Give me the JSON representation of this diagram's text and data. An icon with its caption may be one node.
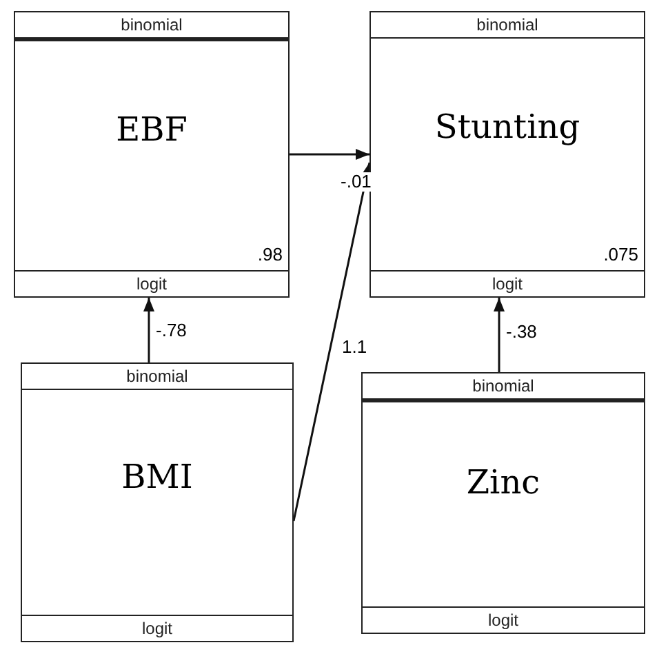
{
  "diagram": {
    "nodes": [
      {
        "text": [
          "binomial",
          "EBF",
          ".98",
          "logit"
        ]
      },
      {
        "text": [
          "binomial",
          "Stunting",
          ".075",
          "logit"
        ]
      },
      {
        "text": [
          "binomial",
          "BMI",
          "logit"
        ]
      },
      {
        "text": [
          "binomial",
          "Zinc",
          "logit"
        ]
      }
    ],
    "edges": [
      {
        "from": 0,
        "to": 1,
        "arrow": "to",
        "label": "-.01"
      },
      {
        "from": 2,
        "to": 0,
        "arrow": "to",
        "label": "-.78"
      },
      {
        "from": 2,
        "to": 1,
        "arrow": "to",
        "label": "1.1"
      },
      {
        "from": 3,
        "to": 1,
        "arrow": "to",
        "label": "-.38"
      }
    ]
  }
}
